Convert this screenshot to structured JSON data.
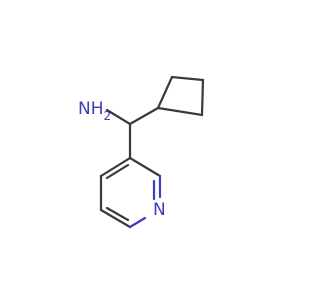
{
  "diagram": {
    "type": "chemical-structure",
    "atoms": {
      "amine": {
        "element": "N",
        "label": "NH",
        "subscript": "2"
      },
      "ring_nitrogen": {
        "element": "N",
        "label": "N"
      }
    },
    "colors": {
      "bond": "#3a3a3a",
      "heteroatom": "#3d3dbf",
      "background": "#ffffff"
    }
  }
}
